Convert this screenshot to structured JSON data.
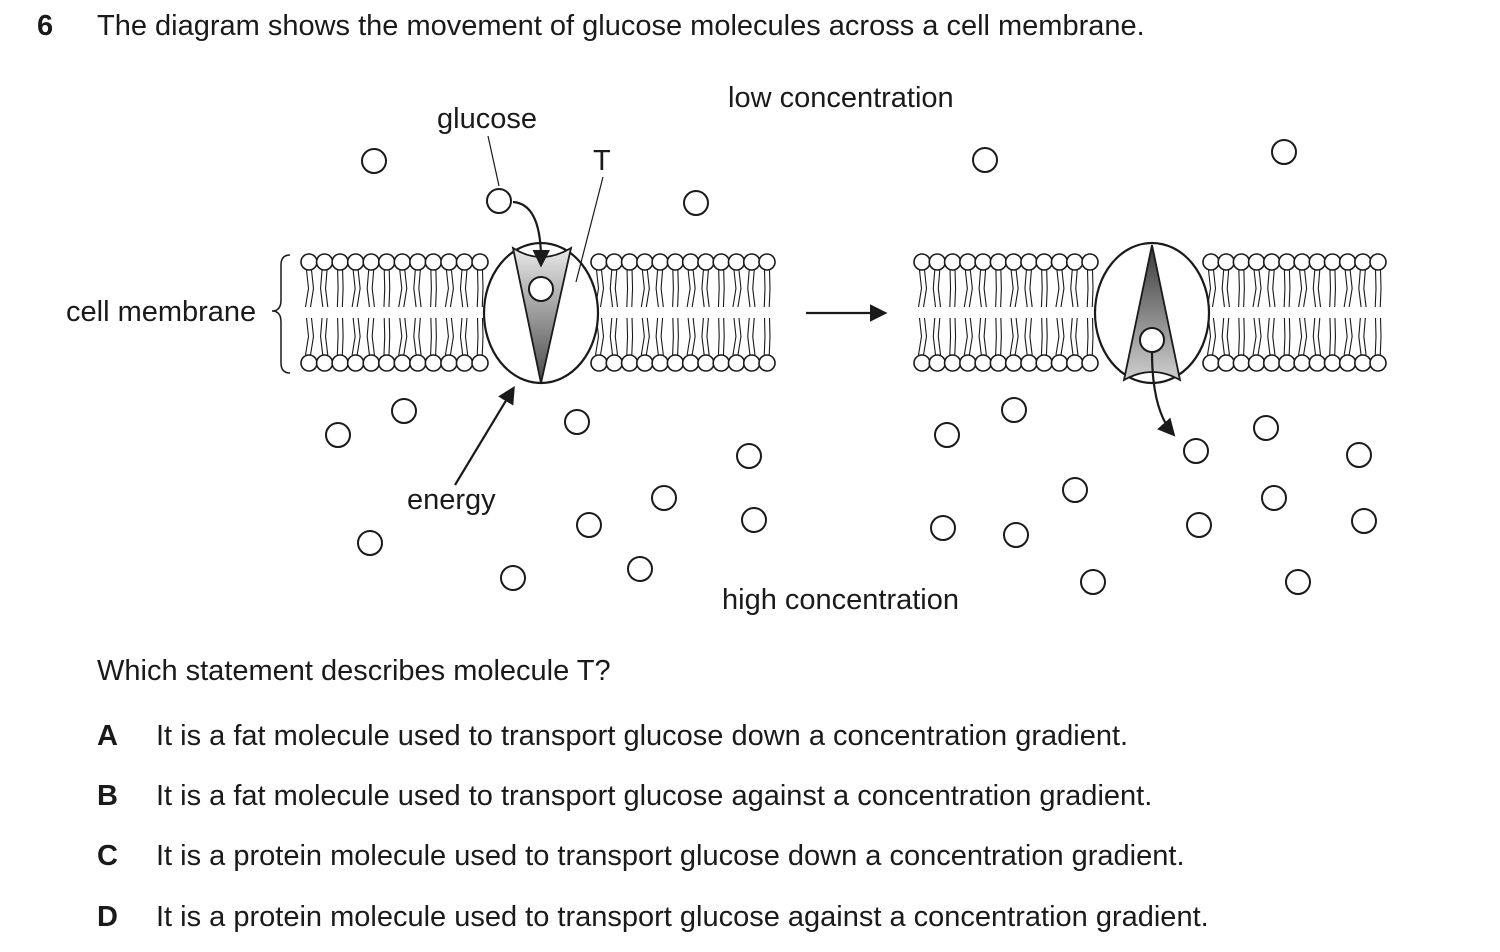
{
  "question": {
    "number": "6",
    "text": "The diagram shows the movement of glucose molecules across a cell membrane.",
    "prompt": "Which statement describes molecule T?"
  },
  "diagram": {
    "labels": {
      "low_concentration": "low concentration",
      "high_concentration": "high concentration",
      "glucose": "glucose",
      "t_label": "T",
      "cell_membrane": "cell membrane",
      "energy": "energy"
    }
  },
  "options": [
    {
      "letter": "A",
      "text": "It is a fat molecule used to transport glucose down a concentration gradient."
    },
    {
      "letter": "B",
      "text": "It is a fat molecule used to transport glucose against a concentration gradient."
    },
    {
      "letter": "C",
      "text": "It is a protein molecule used to transport glucose down a concentration gradient."
    },
    {
      "letter": "D",
      "text": "It is a protein molecule used to transport glucose against a concentration gradient."
    }
  ]
}
